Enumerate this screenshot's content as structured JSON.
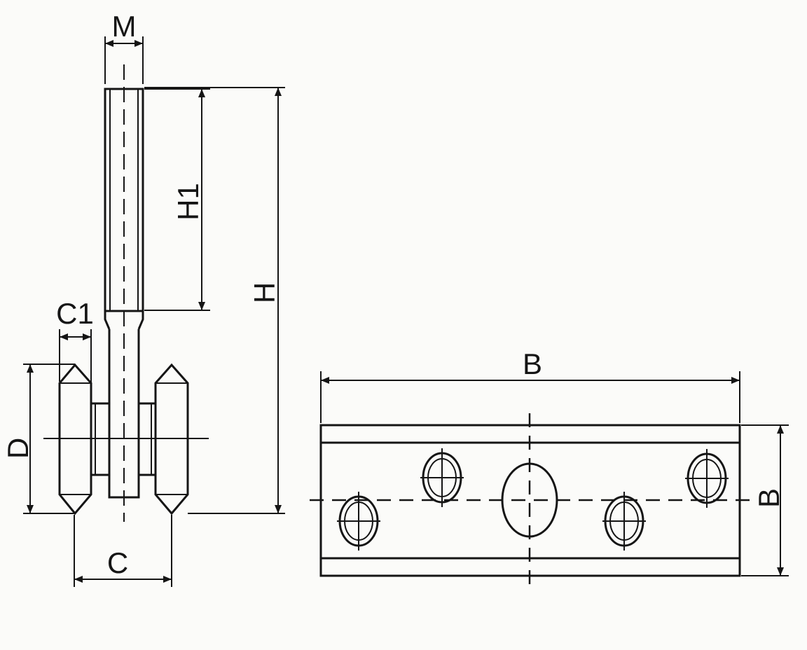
{
  "labels": {
    "M": "M",
    "H1": "H1",
    "H": "H",
    "C1": "C1",
    "D": "D",
    "C": "C",
    "B_top": "B",
    "B_side": "B"
  }
}
